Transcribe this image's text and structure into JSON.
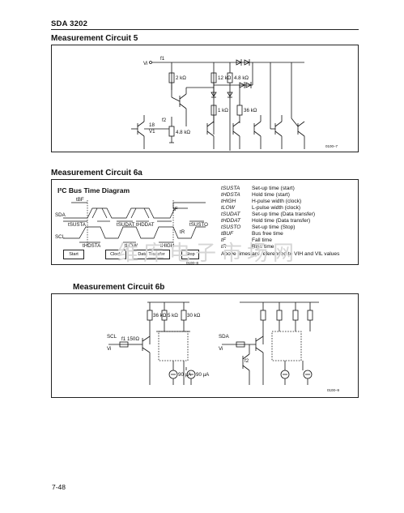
{
  "header": {
    "title": "SDA 3202"
  },
  "section5": {
    "title": "Measurement Circuit 5",
    "labels": {
      "vi": "Vi",
      "f1": "f1",
      "r1": "2 kΩ",
      "r2": "12 kΩ",
      "r3": "4.8 kΩ",
      "r4": "1 kΩ",
      "r5": "36 kΩ",
      "r6": "4.8 kΩ",
      "n18": "18",
      "v1": "V1",
      "f2": "f2",
      "d1": "▸|",
      "d2": "▸|"
    },
    "figure_id": "0100–7"
  },
  "section6a": {
    "title": "Measurement Circuit 6a",
    "diagram_title": "I²C Bus Time Diagram",
    "labels": {
      "tbf": "tBF",
      "sda": "SDA",
      "scl": "SCL",
      "tsusta": "tSUSTA",
      "tsudat": "tSUDAT",
      "thddat": "tHDDAT",
      "thdsta": "tHDSTA",
      "tlow": "tLOW",
      "thigh": "tHIGH",
      "tsusto": "tSUSTO",
      "tf": "tF",
      "tr": "tR"
    },
    "buttons": [
      "Start",
      "Clock",
      "Data Transfer",
      "Stop"
    ],
    "figure_id": "0100–8",
    "definitions": [
      {
        "symbol": "tSUSTA",
        "text": "Set-up time (start)"
      },
      {
        "symbol": "tHDSTA",
        "text": "Hold time (start)"
      },
      {
        "symbol": "tHIGH",
        "text": "H-pulse width (clock)"
      },
      {
        "symbol": "tLOW",
        "text": "L-pulse width (clock)"
      },
      {
        "symbol": "tSUDAT",
        "text": "Set-up time (Data transfer)"
      },
      {
        "symbol": "tHDDAT",
        "text": "Hold time (Data transfer)"
      },
      {
        "symbol": "tSUSTO",
        "text": "Set-up time (Stop)"
      },
      {
        "symbol": "tBUF",
        "text": "Bus free time"
      },
      {
        "symbol": "tF",
        "text": "Fall time"
      },
      {
        "symbol": "tR",
        "text": "Rise time"
      }
    ],
    "note": "Above times are referenced to VIH and VIL values"
  },
  "section6b": {
    "title": "Measurement Circuit 6b",
    "labels": {
      "scl": "SCL",
      "vi_left": "Vi",
      "f1": "f1",
      "r150": "150Ω",
      "sda": "SDA",
      "vi_right": "Vi",
      "f2": "f2",
      "r36": "36 kΩ",
      "r5": "5 kΩ",
      "r30": "30 kΩ",
      "i90": "90 µA",
      "i90b": "90 µA"
    },
    "figure_id": "0100–9"
  },
  "watermark": "维库电子市场网",
  "page_number": "7-48"
}
